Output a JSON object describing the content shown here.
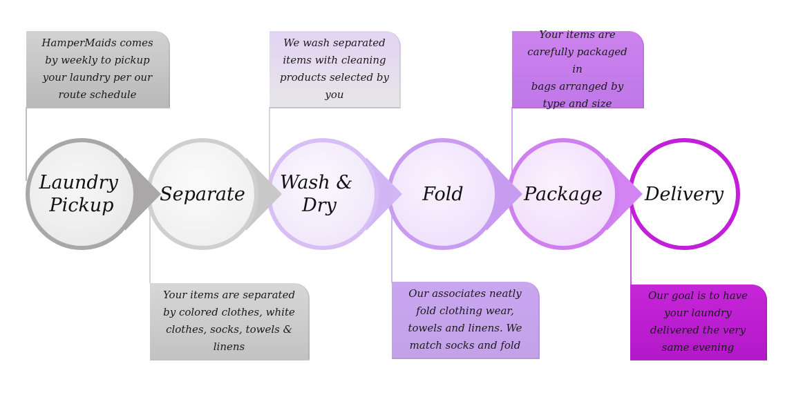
{
  "steps": [
    {
      "label_lines": [
        "Laundry",
        "Pickup"
      ],
      "callout_lines": [
        "HamperMaids comes",
        "by weekly to pickup",
        "your laundry per our",
        "route schedule"
      ],
      "color": "#a9a7a8"
    },
    {
      "label_lines": [
        "Separate"
      ],
      "callout_lines": [
        "Your items are separated",
        "by colored clothes, white",
        "clothes, socks, towels &",
        "linens"
      ],
      "color": "#cfcfcf"
    },
    {
      "label_lines": [
        "Wash &",
        "Dry"
      ],
      "callout_lines": [
        "We wash separated",
        "items with cleaning",
        "products selected by",
        "you"
      ],
      "color": "#d7bef5"
    },
    {
      "label_lines": [
        "Fold"
      ],
      "callout_lines": [
        "Our associates neatly",
        "fold clothing wear,",
        "towels and linens. We",
        "match socks and fold"
      ],
      "color": "#c89cf0"
    },
    {
      "label_lines": [
        "Package"
      ],
      "callout_lines": [
        "Your items are",
        "carefully packaged in",
        "bags arranged by",
        "type and size"
      ],
      "color": "#cf7ff0"
    },
    {
      "label_lines": [
        "Delivery"
      ],
      "callout_lines": [
        "Our goal is to have",
        "your laundry",
        "delivered the very",
        "same evening"
      ],
      "color": "#c11fd8"
    }
  ]
}
